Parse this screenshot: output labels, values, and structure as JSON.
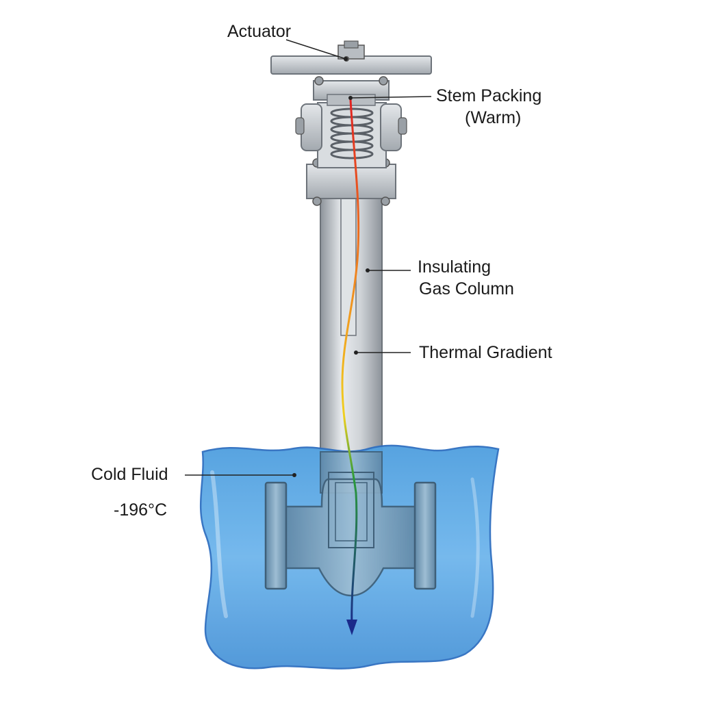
{
  "labels": {
    "actuator": "Actuator",
    "stem_packing_line1": "Stem Packing",
    "stem_packing_line2": "(Warm)",
    "insulating_line1": "Insulating",
    "insulating_line2": "Gas Column",
    "thermal_gradient": "Thermal Gradient",
    "cold_fluid": "Cold Fluid",
    "temperature": "-196°C"
  },
  "colors": {
    "fluid": "#4f9fdf",
    "fluid_edge": "#2f6fc0",
    "metal": "#c4c8cc",
    "metal_dark": "#8a9097",
    "submerged_metal": "#7fa6c2",
    "gradient_warm": "#e02020",
    "gradient_mid": "#f0c020",
    "gradient_cool": "#2a8a3a",
    "gradient_cold": "#1a2a8a"
  }
}
